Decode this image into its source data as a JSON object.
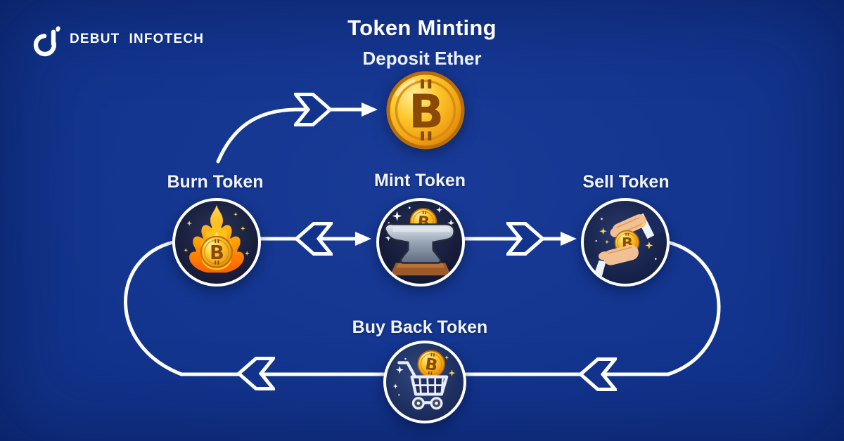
{
  "brand": {
    "logo_icon": "debut-infotech-monogram",
    "name_primary": "DEBUT",
    "name_secondary": "INFOTECH"
  },
  "header": {
    "title": "Token Minting"
  },
  "flow": {
    "deposit_label": "Deposit Ether",
    "nodes": [
      {
        "id": "burn",
        "label": "Burn Token",
        "icon": "burning-coin-icon"
      },
      {
        "id": "mint",
        "label": "Mint Token",
        "icon": "anvil-coin-icon"
      },
      {
        "id": "sell",
        "label": "Sell Token",
        "icon": "hands-exchange-coin-icon"
      },
      {
        "id": "buyback",
        "label": "Buy Back Token",
        "icon": "shopping-cart-coin-icon"
      }
    ],
    "edges": [
      {
        "from": "burn",
        "to": "deposit-ether-coin",
        "decoration": "right-chevron + solid arrowhead",
        "shape": "curved-up"
      },
      {
        "from": "burn",
        "to": "mint",
        "decoration": "left-chevron + solid arrowhead",
        "shape": "straight"
      },
      {
        "from": "mint",
        "to": "sell",
        "decoration": "right-chevron + solid arrowhead",
        "shape": "straight"
      },
      {
        "from": "sell",
        "to": "buyback",
        "decoration": "left-chevron",
        "shape": "curved-down-right"
      },
      {
        "from": "buyback",
        "to": "burn",
        "decoration": "left-chevron",
        "shape": "curved-up-left"
      }
    ]
  },
  "icons": {
    "coin_symbol": "B"
  },
  "colors": {
    "background": "#11338c",
    "line_white": "#ffffff",
    "text": "#f3f5fb",
    "coin_gold": "#fbc82c",
    "coin_rim": "#b96e08",
    "flame_orange": "#ff7a00",
    "anvil_gray": "#8d99ab",
    "wood_brown": "#a4612f",
    "node_interior_navy": "#171d3a"
  }
}
